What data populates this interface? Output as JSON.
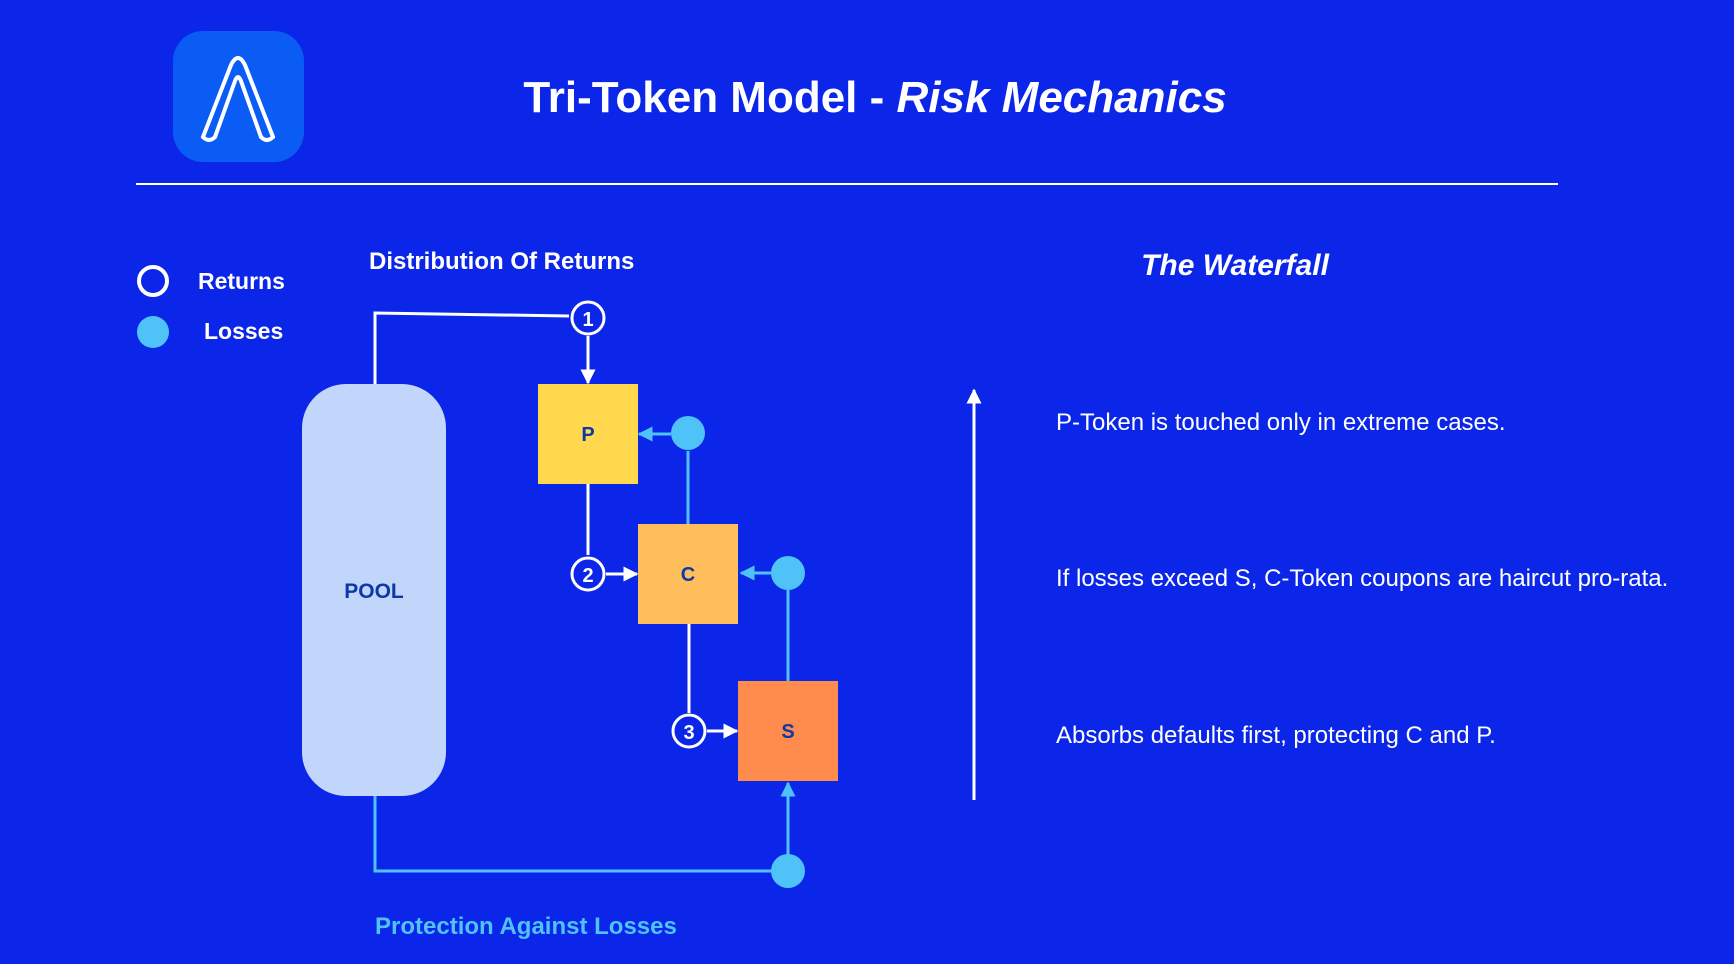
{
  "header": {
    "title_main": "Tri-Token Model - ",
    "title_italic": "Risk Mechanics",
    "logo_icon": "a-logo-icon"
  },
  "legend": {
    "returns_label": "Returns",
    "losses_label": "Losses"
  },
  "diagram": {
    "distribution_label": "Distribution Of Returns",
    "protection_label": "Protection Against Losses",
    "pool_label": "POOL",
    "boxes": {
      "p": "P",
      "c": "C",
      "s": "S"
    },
    "steps": [
      "1",
      "2",
      "3"
    ],
    "colors": {
      "background": "#0b26e8",
      "pool": "#c2d6fb",
      "p_box": "#ffd84d",
      "c_box": "#ffbe5c",
      "s_box": "#ff8c4d",
      "loss": "#4fc3f7",
      "returns": "#ffffff"
    }
  },
  "waterfall": {
    "title": "The Waterfall",
    "items": [
      "P-Token is touched only in extreme cases.",
      "If losses exceed S, C-Token coupons are haircut pro-rata.",
      "Absorbs defaults first, protecting C and P."
    ]
  }
}
